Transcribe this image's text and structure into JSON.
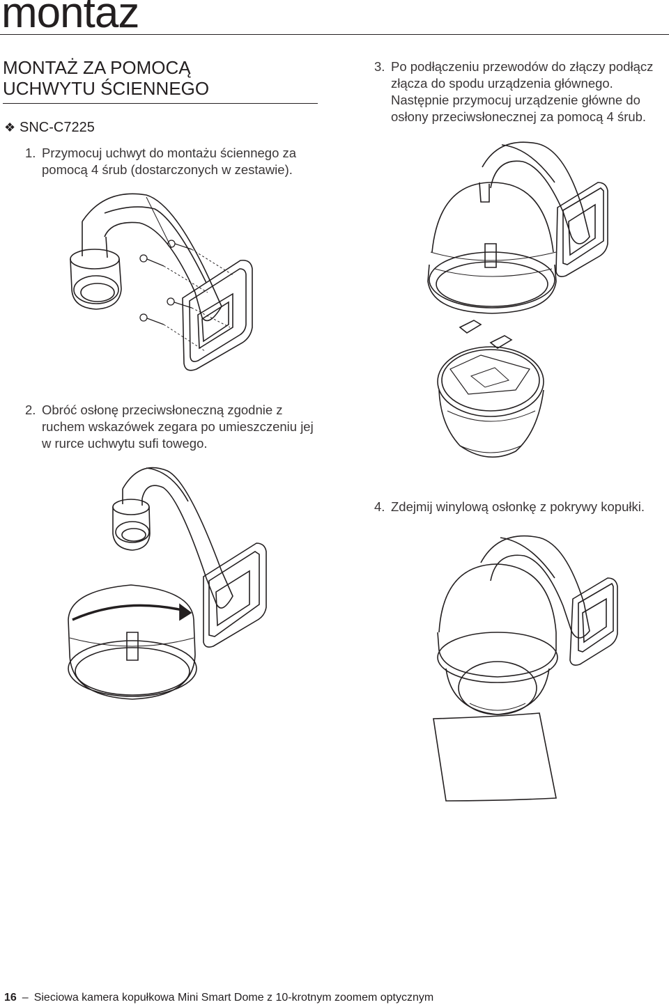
{
  "chapter": {
    "title": "montaż"
  },
  "section": {
    "heading_line1": "MONTAŻ ZA POMOCĄ",
    "heading_line2": "UCHWYTU ŚCIENNEGO"
  },
  "model": {
    "bullet": "❖",
    "name": "SNC-C7225"
  },
  "steps": [
    {
      "number": "1.",
      "text": "Przymocuj uchwyt do montażu ściennego za pomocą 4 śrub (dostarczonych w zestawie)."
    },
    {
      "number": "2.",
      "text": "Obróć osłonę przeciwsłoneczną zgodnie z ruchem wskazówek zegara po umieszczeniu jej w rurce uchwytu sufi towego."
    },
    {
      "number": "3.",
      "text": "Po podłączeniu przewodów do złączy podłącz złącza do spodu urządzenia głównego. Następnie przymocuj urządzenie główne do osłony przeciwsłonecznej za pomocą 4 śrub."
    },
    {
      "number": "4.",
      "text": "Zdejmij winylową osłonkę z pokrywy kopułki."
    }
  ],
  "footer": {
    "page_number": "16",
    "dash": "–",
    "text": "Sieciowa kamera kopułkowa Mini Smart Dome z 10-krotnym zoomem optycznym"
  },
  "colors": {
    "text": "#231f20",
    "line": "#231f20"
  }
}
